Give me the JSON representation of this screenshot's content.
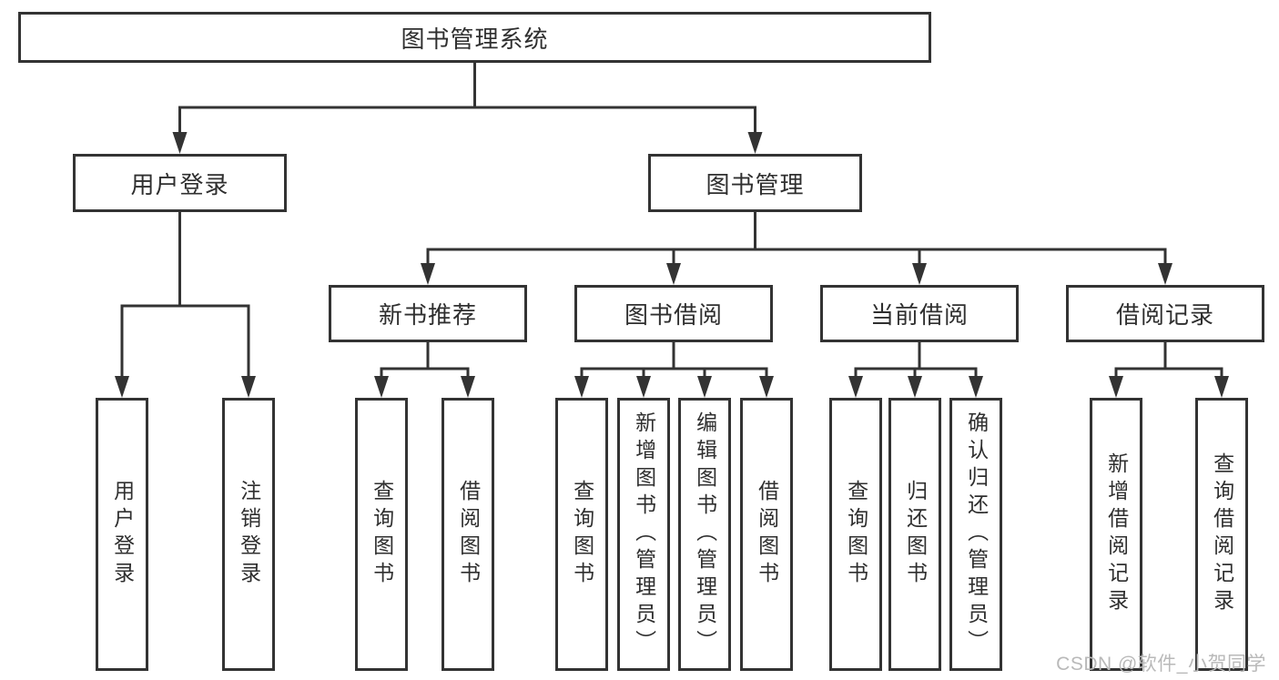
{
  "diagram": {
    "root": "图书管理系统",
    "level2": {
      "user_login": "用户登录",
      "book_mgmt": "图书管理"
    },
    "level3": {
      "new_books": "新书推荐",
      "book_borrow": "图书借阅",
      "current_borrow": "当前借阅",
      "borrow_records": "借阅记录"
    },
    "leaves": {
      "user_login": [
        "用户登录",
        "注销登录"
      ],
      "new_books": [
        "查询图书",
        "借阅图书"
      ],
      "book_borrow": [
        "查询图书",
        "新增图书（管理员）",
        "编辑图书（管理员）",
        "借阅图书"
      ],
      "current_borrow": [
        "查询图书",
        "归还图书",
        "确认归还（管理员）"
      ],
      "borrow_records": [
        "新增借阅记录",
        "查询借阅记录"
      ]
    }
  },
  "watermark": "CSDN @软件_小贺同学",
  "colors": {
    "line": "#333333",
    "text": "#2f2f2f",
    "watermark": "#b9b9b9",
    "background": "#ffffff"
  }
}
